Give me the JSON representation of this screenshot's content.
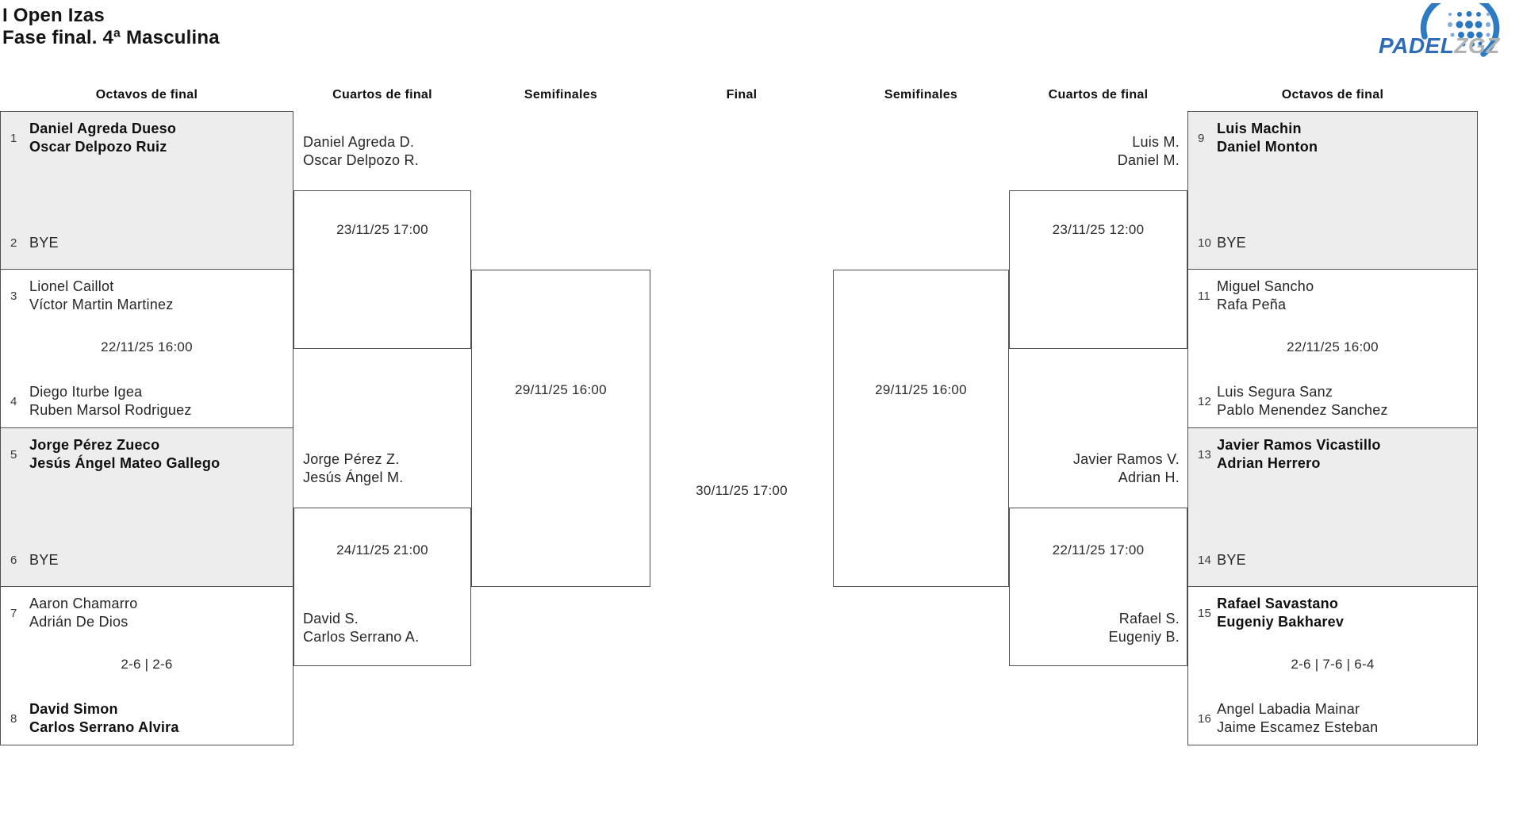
{
  "header": {
    "title": "I Open Izas",
    "subtitle": "Fase final. 4ª Masculina"
  },
  "logo": {
    "padel": "PADEL",
    "zgz": "ZGZ"
  },
  "colors": {
    "logo_blue": "#2f6cb5",
    "logo_gray": "#b0b3b6",
    "racket_blue": "#2e7bc4",
    "seeded_box_fill": "#ededed",
    "box_border": "#4f4f4f"
  },
  "rounds": [
    "Octavos de final",
    "Cuartos de final",
    "Semifinales",
    "Final",
    "Semifinales",
    "Cuartos de final",
    "Octavos de final"
  ],
  "r16": [
    {
      "seed_top": "1",
      "top1": "Daniel Agreda Dueso",
      "top2": "Oscar Delpozo Ruiz",
      "seed_bottom": "2",
      "bottom1": "BYE"
    },
    {
      "seed_top": "3",
      "top1": "Lionel Caillot",
      "top2": "Víctor Martin Martinez",
      "schedule": "22/11/25 16:00",
      "seed_bottom": "4",
      "bottom1": "Diego Iturbe Igea",
      "bottom2": "Ruben Marsol Rodriguez"
    },
    {
      "seed_top": "5",
      "top1": "Jorge Pérez Zueco",
      "top2": "Jesús Ángel Mateo Gallego",
      "seed_bottom": "6",
      "bottom1": "BYE"
    },
    {
      "seed_top": "7",
      "top1": "Aaron Chamarro",
      "top2": "Adrián De Dios",
      "score": "2-6 | 2-6",
      "seed_bottom": "8",
      "bottom1": "David Simon",
      "bottom2": "Carlos Serrano Alvira"
    },
    {
      "seed_top": "9",
      "top1": "Luis Machin",
      "top2": "Daniel Monton",
      "seed_bottom": "10",
      "bottom1": "BYE"
    },
    {
      "seed_top": "11",
      "top1": "Miguel Sancho",
      "top2": "Rafa Peña",
      "schedule": "22/11/25 16:00",
      "seed_bottom": "12",
      "bottom1": "Luis Segura Sanz",
      "bottom2": "Pablo Menendez Sanchez"
    },
    {
      "seed_top": "13",
      "top1": "Javier Ramos Vicastillo",
      "top2": "Adrian Herrero",
      "seed_bottom": "14",
      "bottom1": "BYE"
    },
    {
      "seed_top": "15",
      "top1": "Rafael Savastano",
      "top2": "Eugeniy Bakharev",
      "score": "2-6 | 7-6 | 6-4",
      "seed_bottom": "16",
      "bottom1": "Angel Labadia Mainar",
      "bottom2": "Jaime Escamez Esteban"
    }
  ],
  "qf": [
    {
      "top1": "Daniel Agreda D.",
      "top2": "Oscar Delpozo R.",
      "schedule": "23/11/25 17:00"
    },
    {
      "top1": "Jorge Pérez Z.",
      "top2": "Jesús Ángel M.",
      "schedule": "24/11/25 21:00",
      "bottom1": "David S.",
      "bottom2": "Carlos Serrano A."
    },
    {
      "top1": "Luis M.",
      "top2": "Daniel M.",
      "schedule": "23/11/25 12:00"
    },
    {
      "top1": "Javier Ramos V.",
      "top2": "Adrian H.",
      "schedule": "22/11/25 17:00",
      "bottom1": "Rafael S.",
      "bottom2": "Eugeniy B."
    }
  ],
  "sf": [
    {
      "schedule": "29/11/25 16:00"
    },
    {
      "schedule": "29/11/25 16:00"
    }
  ],
  "final": {
    "schedule": "30/11/25 17:00"
  }
}
